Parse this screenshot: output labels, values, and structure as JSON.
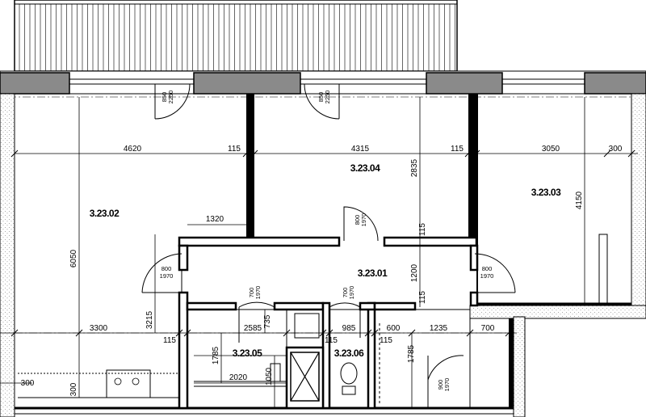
{
  "rooms": {
    "r1": "3.23.01",
    "r2": "3.23.02",
    "r3": "3.23.03",
    "r4": "3.23.04",
    "r5": "3.23.05",
    "r6": "3.23.06"
  },
  "dimensions": {
    "d_4620": "4620",
    "d_115_a": "115",
    "d_4315": "4315",
    "d_115_b": "115",
    "d_3050": "3050",
    "d_300_a": "300",
    "d_1320": "1320",
    "d_6050": "6050",
    "d_2835": "2835",
    "d_4150": "4150",
    "d_115_c": "115",
    "d_1200": "1200",
    "d_115_d": "115",
    "d_3215": "3215",
    "d_3300": "3300",
    "d_115_e": "115",
    "d_2585": "2585",
    "d_735": "735",
    "d_985": "985",
    "d_600": "600",
    "d_1235": "1235",
    "d_700": "700",
    "d_1785_a": "1785",
    "d_115_f": "115",
    "d_115_g": "115",
    "d_1785_b": "1785",
    "d_2020": "2020",
    "d_1050": "1050",
    "d_300_b": "300",
    "d_300_c": "300"
  },
  "doors": {
    "door1_w": "850",
    "door1_h": "2250",
    "door2_w": "850",
    "door2_h": "2250",
    "door3_w": "800",
    "door3_h": "1970",
    "door4_w": "800",
    "door4_h": "1970",
    "door5_w": "800",
    "door5_h": "1970",
    "door6_w": "700",
    "door6_h": "1970",
    "door7_w": "700",
    "door7_h": "1970",
    "door8_w": "900",
    "door8_h": "1970"
  }
}
